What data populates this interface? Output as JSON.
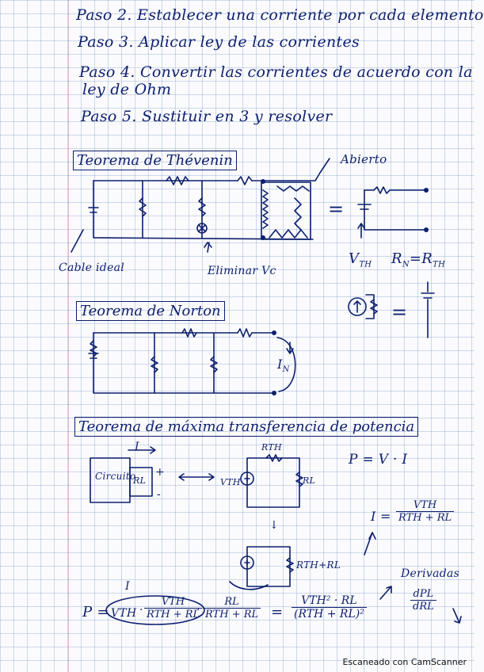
{
  "steps": {
    "s2": "Paso 2. Establecer una corriente por cada elemento",
    "s3": "Paso 3. Aplicar ley de las corrientes",
    "s4a": "Paso 4. Convertir las corrientes de acuerdo con la",
    "s4b": "ley de Ohm",
    "s5": "Paso 5. Sustituir en 3 y resolver"
  },
  "thevenin": {
    "title": "Teorema de Thévenin",
    "abierto": "Abierto",
    "cable": "Cable ideal",
    "eliminar": "Eliminar Vc",
    "equals": "=",
    "vth": "V",
    "vth_sub": "TH",
    "rn": "R",
    "rn_sub": "N",
    "eq": "=R",
    "rth_sub": "TH"
  },
  "norton": {
    "title": "Teorema de Norton",
    "in": "I",
    "in_sub": "N",
    "equals": "="
  },
  "max_power": {
    "title": "Teorema de máxima transferencia de potencia",
    "I_label": "I",
    "circuito": "Circuito",
    "rl": "RL",
    "plus": "+",
    "minus": "-",
    "rth": "RTH",
    "vth": "VTH",
    "p_formula": "P = V · I",
    "i_eq": "I =",
    "i_num": "VTH",
    "i_den": "RTH + RL",
    "rthrl": "RTH+RL",
    "arrow_down": "↓",
    "p_lhs": "P =",
    "i_over": "I",
    "f1_a": "VTH",
    "dot": "·",
    "f2_num": "VTH",
    "f2_den": "RTH + RL",
    "f3_num": "RL",
    "f3_den": "RTH + RL",
    "eq2": "=",
    "f4_num": "VTH² · RL",
    "f4_den": "(RTH + RL)²",
    "derivada": "Derivadas",
    "d_num": "dPL",
    "d_den": "dRL"
  },
  "footer": "Escaneado con CamScanner"
}
